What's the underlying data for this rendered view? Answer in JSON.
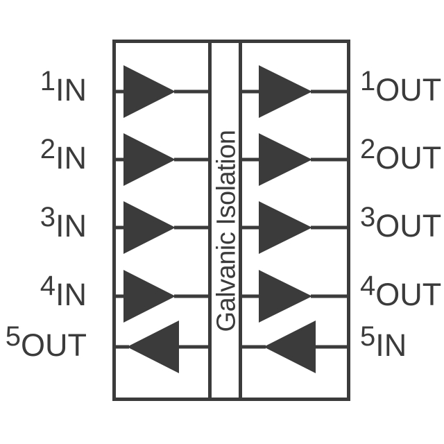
{
  "diagram": {
    "isolation_label": "Galvanic Isolation",
    "colors": {
      "ink": "#3b3b3b",
      "background": "#ffffff"
    },
    "channels": [
      {
        "number": "1",
        "direction": "right",
        "left": {
          "num": "1",
          "word": "IN"
        },
        "right": {
          "num": "1",
          "word": "OUT"
        }
      },
      {
        "number": "2",
        "direction": "right",
        "left": {
          "num": "2",
          "word": "IN"
        },
        "right": {
          "num": "2",
          "word": "OUT"
        }
      },
      {
        "number": "3",
        "direction": "right",
        "left": {
          "num": "3",
          "word": "IN"
        },
        "right": {
          "num": "3",
          "word": "OUT"
        }
      },
      {
        "number": "4",
        "direction": "right",
        "left": {
          "num": "4",
          "word": "IN"
        },
        "right": {
          "num": "4",
          "word": "OUT"
        }
      },
      {
        "number": "5",
        "direction": "left",
        "left": {
          "num": "5",
          "word": "OUT"
        },
        "right": {
          "num": "5",
          "word": "IN"
        }
      }
    ]
  }
}
